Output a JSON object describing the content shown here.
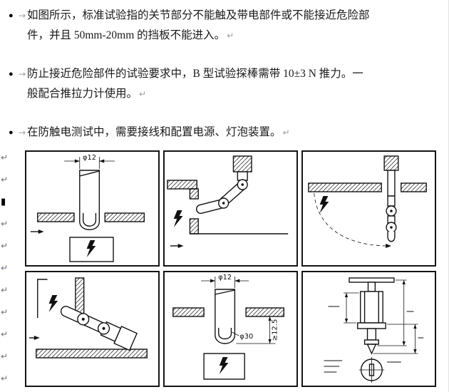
{
  "page": {
    "colors": {
      "text": "#1a1a1a",
      "formatting_marks": "#9aa0a6",
      "drawing_line": "#111111"
    },
    "bullets": [
      {
        "marker": "●",
        "tab": "→",
        "lines": [
          "如图所示，标准试验指的关节部分不能触及带电部件或不能接近危险部",
          "件，并且 50mm-20mm 的挡板不能进入。"
        ],
        "eol": "↵"
      },
      {
        "marker": "●",
        "tab": "→",
        "lines": [
          "防止接近危险部件的试验要求中，B 型试验探棒需带 10±3 N 推力。一",
          "般配合推拉力计使用。"
        ],
        "eol": "↵"
      },
      {
        "marker": "●",
        "tab": "→",
        "lines": [
          "在防触电测试中，需要接线和配置电源、灯泡装置。"
        ],
        "eol": "↵"
      }
    ],
    "margin_marks": [
      "↵",
      "↵",
      "▮",
      "↵",
      "↵",
      "↵",
      "↵",
      "↵",
      "↵",
      "↵",
      "↵"
    ],
    "figures": {
      "panel1": {
        "dim_top": "φ12",
        "symbol": "lightning-bolt-icon"
      },
      "panel2": {
        "symbol": "lightning-bolt-icon"
      },
      "panel3": {
        "symbol": "lightning-bolt-icon"
      },
      "panel4": {
        "symbol": "lightning-bolt-icon"
      },
      "panel5": {
        "dim_top": "φ12",
        "dim_mid": "φ30",
        "dim_right": "≥12.5",
        "symbol": "lightning-bolt-icon"
      },
      "panel6": {
        "symbol": "dimensioned-probe-drawing"
      }
    }
  }
}
